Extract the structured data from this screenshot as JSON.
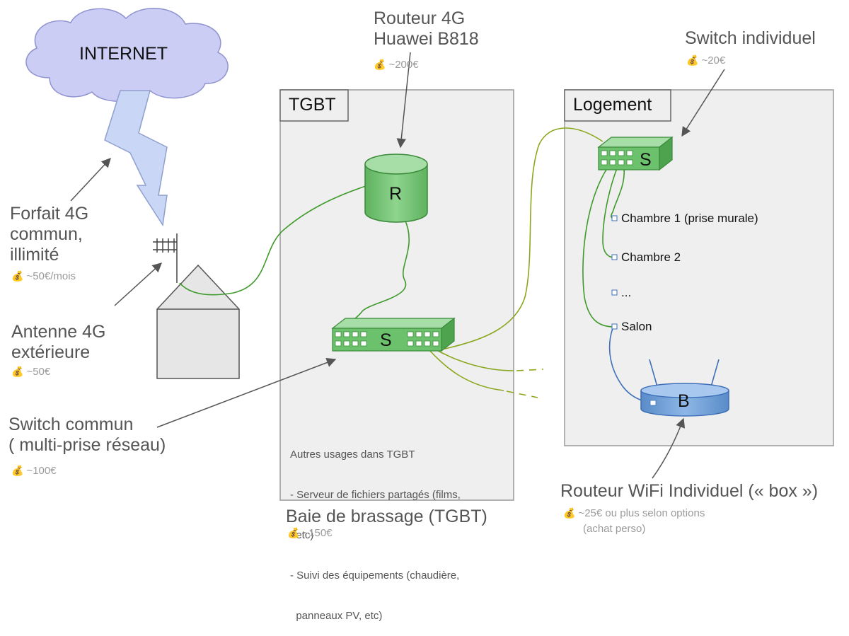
{
  "cloud": {
    "label": "INTERNET"
  },
  "forfait": {
    "lines": [
      "Forfait 4G",
      "commun,",
      "illimité"
    ],
    "cost": "~50€/mois"
  },
  "antenna": {
    "lines": [
      "Antenne 4G",
      "extérieure"
    ],
    "cost": "~50€"
  },
  "switch_commun": {
    "lines": [
      "Switch commun",
      "( multi-prise réseau)"
    ],
    "cost": "~100€",
    "label": "S"
  },
  "router4g": {
    "lines": [
      "Routeur 4G",
      "Huawei B818"
    ],
    "cost": "~200€",
    "label": "R"
  },
  "tgbt": {
    "title": "TGBT",
    "caption": "Baie de brassage (TGBT)",
    "cost": "~150€",
    "notes": [
      "Autres usages dans TGBT",
      "- Serveur de fichiers partagés (films,",
      "  etc)",
      "- Suivi des équipements (chaudière,",
      "  panneaux PV, etc)"
    ]
  },
  "switch_individuel": {
    "title": "Switch individuel",
    "cost": "~20€",
    "label": "S"
  },
  "logement": {
    "title": "Logement",
    "outlets": [
      "Chambre 1 (prise murale)",
      "Chambre 2",
      "...",
      "Salon"
    ]
  },
  "box": {
    "label": "B",
    "title": "Routeur WiFi Individuel (« box »)",
    "cost": "~25€ ou plus selon options",
    "cost2": "(achat perso)"
  },
  "icons": {
    "cost_icon": "money-bag-icon"
  },
  "colors": {
    "green_fill": "#6cc26c",
    "green_stroke": "#3a8a3a",
    "cable_green": "#3f9a2b",
    "cable_olive": "#8aa81e",
    "cable_blue": "#3e6fb8",
    "box_fill": "#6f9fd6",
    "panel_fill": "#efefef",
    "bolt_fill": "#c9d6f5"
  }
}
